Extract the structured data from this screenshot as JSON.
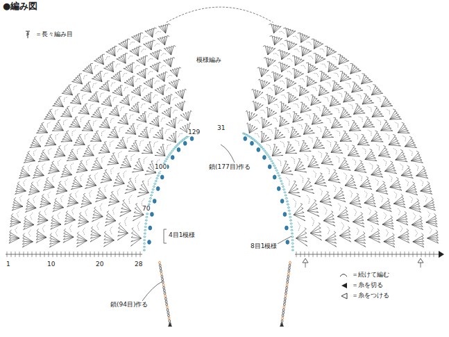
{
  "diagram": {
    "title": "●編み図",
    "labels": [
      "模様編み",
      "129",
      "100",
      "70",
      "31",
      "鎖(177目)作る",
      "4目1模様",
      "8目1模様",
      "鎖(94目)作る",
      "1",
      "10",
      "20",
      "28"
    ],
    "legend": [
      {
        "text": "＝長々編み目"
      },
      {
        "text": "＝続けて編む"
      },
      {
        "text": "＝糸を切る"
      },
      {
        "text": "＝糸をつける"
      }
    ]
  }
}
